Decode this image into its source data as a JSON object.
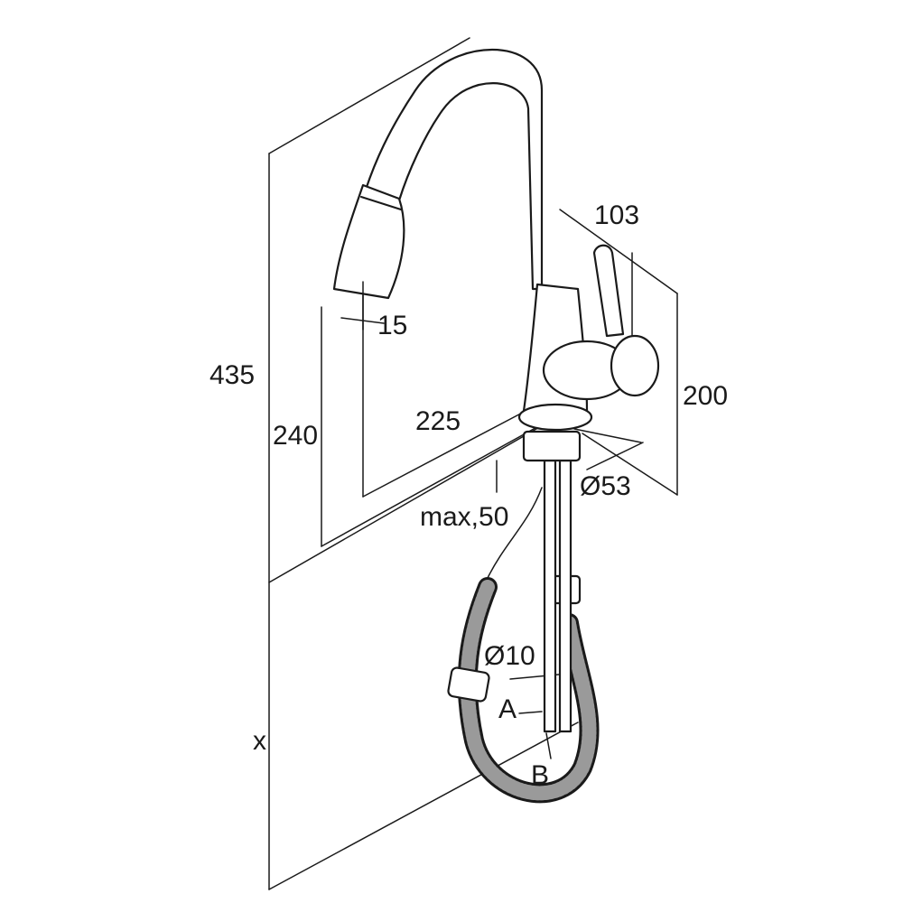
{
  "dimensions": {
    "total_height": "435",
    "spout_height": "240",
    "spout_reach": "225",
    "spray_offset": "15",
    "lever_height": "103",
    "body_height": "200",
    "base_diameter": "Ø53",
    "max_deck_thickness": "max,50",
    "hose_diameter": "Ø10",
    "below_deck": "x"
  },
  "connections": {
    "a": "A",
    "b": "B"
  }
}
